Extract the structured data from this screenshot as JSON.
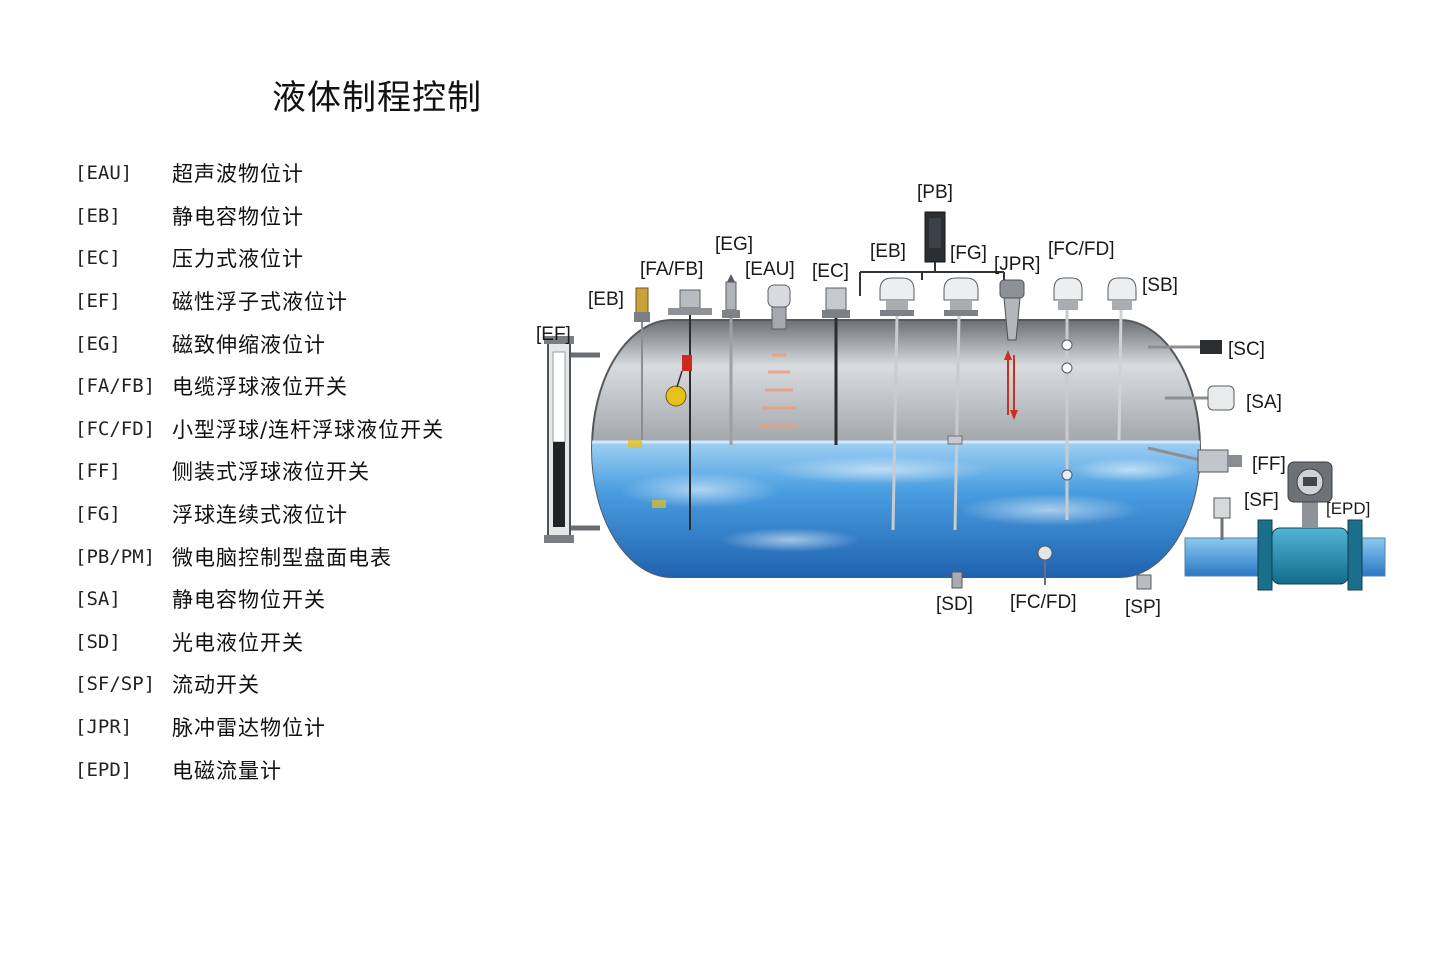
{
  "title": "液体制程控制",
  "legend": [
    {
      "code": "[EAU]",
      "desc": "超声波物位计"
    },
    {
      "code": "[EB]",
      "desc": "静电容物位计"
    },
    {
      "code": "[EC]",
      "desc": "压力式液位计"
    },
    {
      "code": "[EF]",
      "desc": "磁性浮子式液位计"
    },
    {
      "code": "[EG]",
      "desc": "磁致伸缩液位计"
    },
    {
      "code": "[FA/FB]",
      "desc": "电缆浮球液位开关"
    },
    {
      "code": "[FC/FD]",
      "desc": "小型浮球/连杆浮球液位开关"
    },
    {
      "code": "[FF]",
      "desc": "侧装式浮球液位开关"
    },
    {
      "code": "[FG]",
      "desc": "浮球连续式液位计"
    },
    {
      "code": "[PB/PM]",
      "desc": "微电脑控制型盘面电表"
    },
    {
      "code": "[SA]",
      "desc": "静电容物位开关"
    },
    {
      "code": "[SD]",
      "desc": "光电液位开关"
    },
    {
      "code": "[SF/SP]",
      "desc": "流动开关"
    },
    {
      "code": "[JPR]",
      "desc": "脉冲雷达物位计"
    },
    {
      "code": "[EPD]",
      "desc": "电磁流量计"
    }
  ],
  "diagram": {
    "labels": {
      "pb": "[PB]",
      "eg": "[EG]",
      "fafb": "[FA/FB]",
      "eau": "[EAU]",
      "ec": "[EC]",
      "eb_top": "[EB]",
      "fg": "[FG]",
      "jpr": "[JPR]",
      "fcfd_top": "[FC/FD]",
      "eb_left": "[EB]",
      "sb": "[SB]",
      "ef": "[EF]",
      "sc": "[SC]",
      "sa": "[SA]",
      "ff": "[FF]",
      "sf": "[SF]",
      "epd": "[EPD]",
      "sd": "[SD]",
      "fcfd_bottom": "[FC/FD]",
      "sp": "[SP]"
    },
    "colors": {
      "tank_steel": "#9a9ea3",
      "liquid": "#3b8fd6",
      "flowmeter": "#1f8fb0",
      "float": "#e8c21a",
      "cable_float": "#d42a1a",
      "radar_arrow": "#c8321e"
    }
  }
}
